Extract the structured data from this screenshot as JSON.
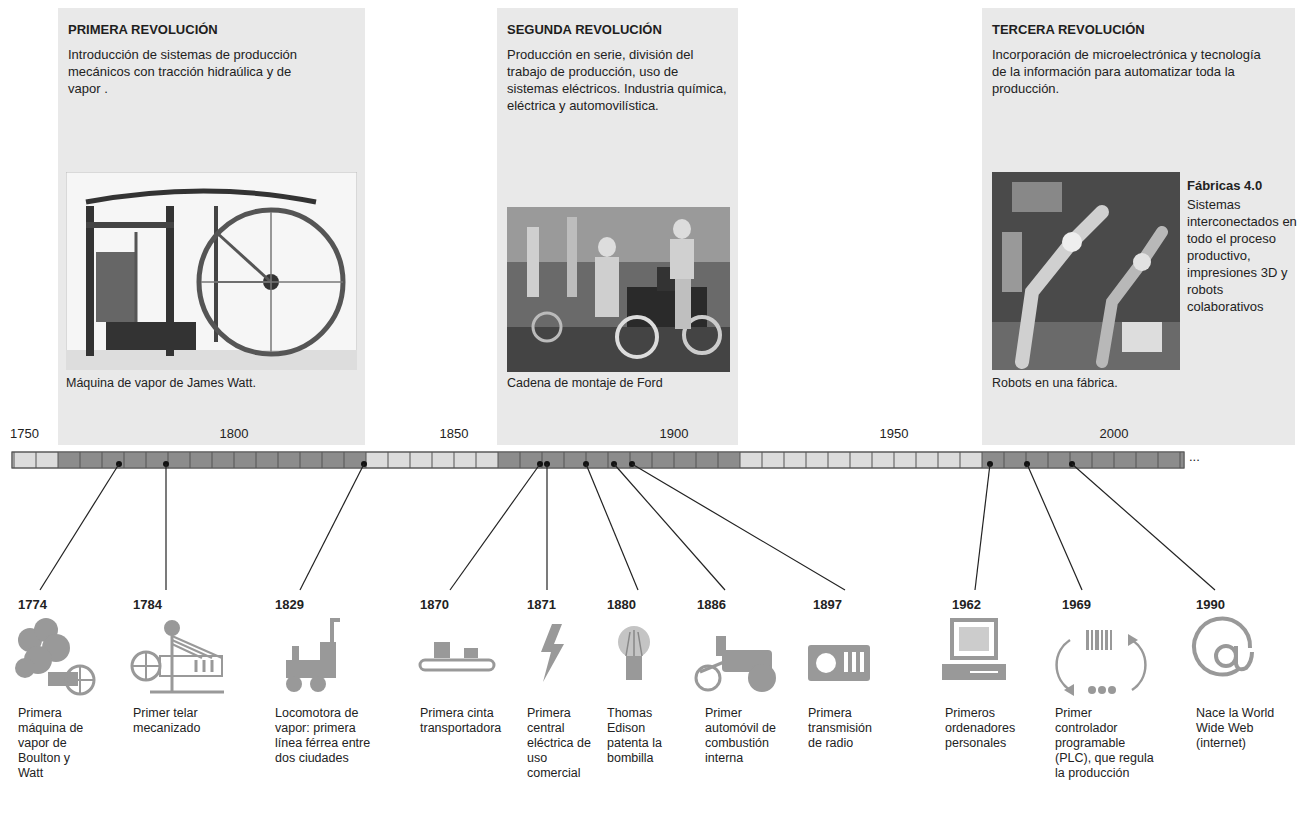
{
  "diagram": {
    "nodes": [
      {
        "text": [
          "PRIMERA REVOLUCIÓN",
          "Introducción de sistemas de producción mecánicos con tracción hidraúlica y de vapor ."
        ]
      },
      {
        "text": [
          "SEGUNDA REVOLUCIÓN",
          "Producción en serie, división del trabajo de producción, uso de sistemas eléctricos. Industria química, eléctrica y automovilística."
        ]
      },
      {
        "text": [
          "TERCERA REVOLUCIÓN",
          "Incorporación de microelectrónica y tecnología de la información para automatizar toda la producción."
        ]
      }
    ],
    "labels": [
      "Máquina de vapor de James Watt.",
      "Cadena de montaje de Ford",
      "Fábricas 4.0",
      "Sistemas interconectados en todo el proceso productivo, impresiones 3D y robots colaborativos",
      "Robots en una fábrica.",
      "1750",
      "1800",
      "1850",
      "1900",
      "1950",
      "2000",
      "...",
      "1774",
      "Primera máquina de vapor de Boulton y Watt",
      "1784",
      "Primer telar mecanizado",
      "1829",
      "Locomotora de vapor: primera línea férrea entre dos ciudades",
      "1870",
      "Primera cinta transportadora",
      "1871",
      "Primera central eléctrica de uso comercial",
      "1880",
      "Thomas Edison patenta la bombilla",
      "1886",
      "Primer automóvil de combustión interna",
      "1897",
      "Primera transmisión de radio",
      "1962",
      "Primeros ordenadores personales",
      "1969",
      "Primer controlador programable (PLC), que regula la producción",
      "1990",
      "Nace la World Wide Web (internet)"
    ]
  }
}
